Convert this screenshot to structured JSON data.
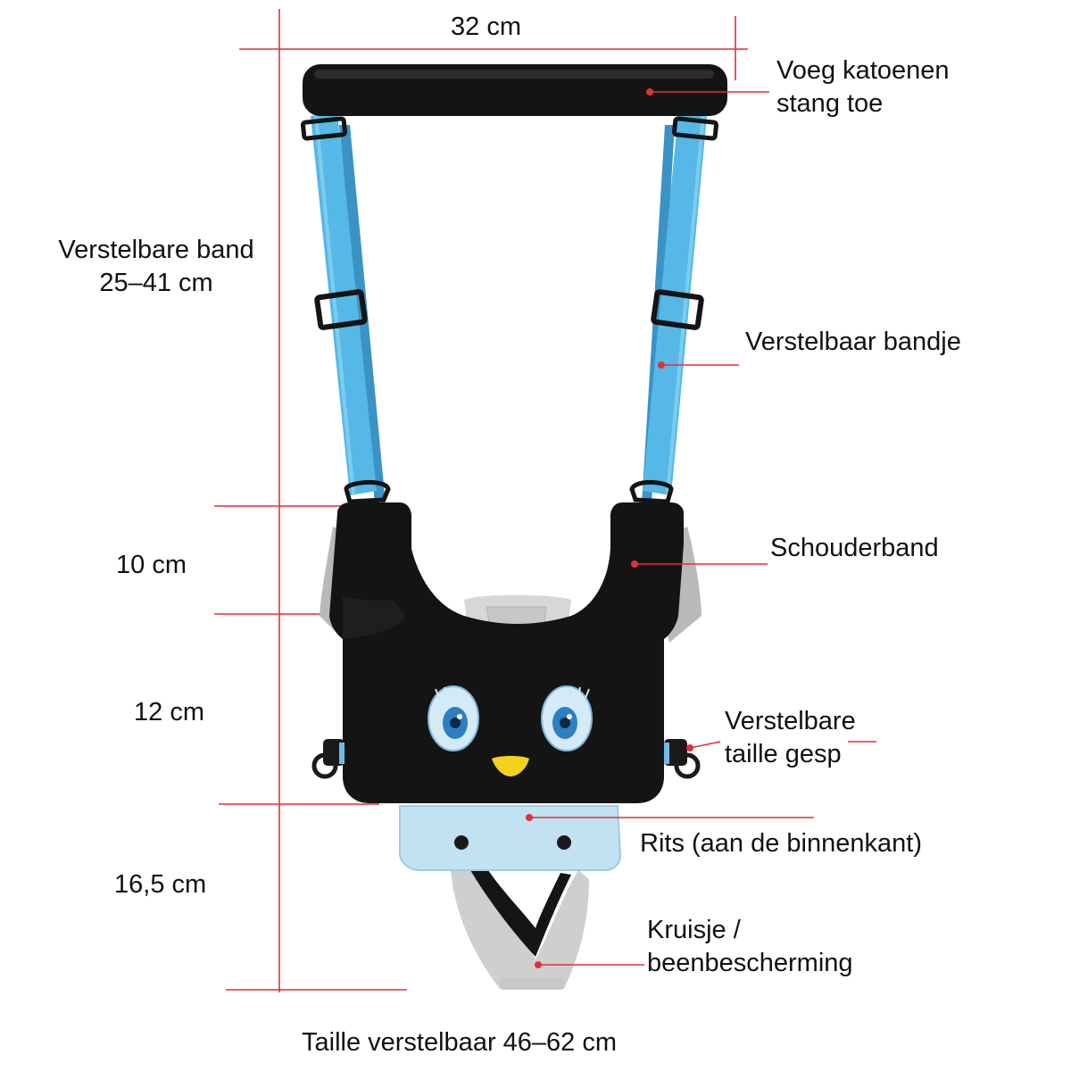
{
  "dimensions": {
    "width": "32 cm",
    "strap_range_line1": "Verstelbare band",
    "strap_range_line2": "25–41 cm",
    "shoulder_height": "10 cm",
    "body_height": "12 cm",
    "lower_height": "16,5 cm",
    "waist_range": "Taille verstelbaar 46–62 cm"
  },
  "callouts": {
    "bar_line1": "Voeg katoenen",
    "bar_line2": "stang toe",
    "strap": "Verstelbaar bandje",
    "shoulder": "Schouderband",
    "waist_line1": "Verstelbare",
    "waist_line2": "taille gesp",
    "zipper": "Rits (aan de binnenkant)",
    "crotch_line1": "Kruisje /",
    "crotch_line2": "beenbescherming"
  },
  "colors": {
    "guide_line": "#e0303a",
    "strap": "#55b8e6",
    "body": "#141414",
    "light_blue": "#bfe0f0",
    "grey": "#c4c4c4"
  }
}
